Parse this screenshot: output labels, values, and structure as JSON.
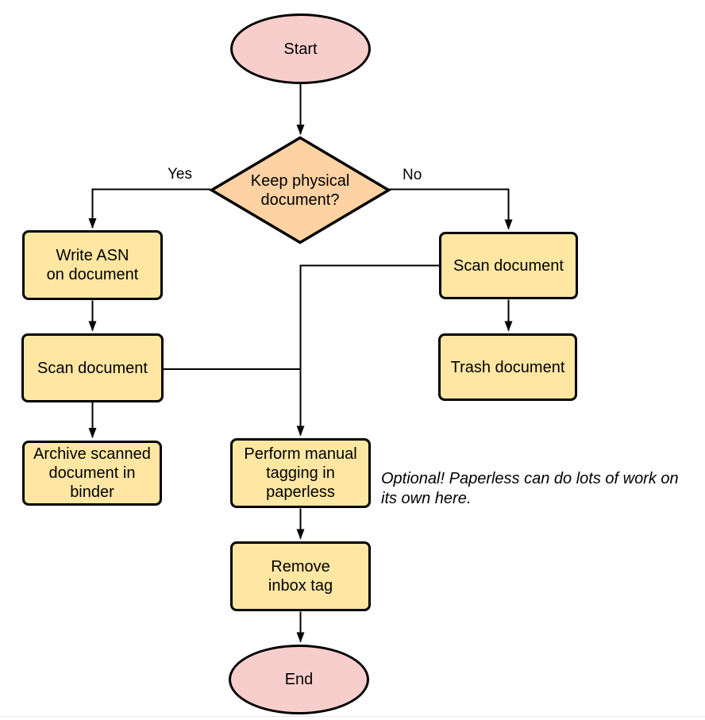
{
  "diagram": {
    "nodes": {
      "start": {
        "type": "terminal",
        "label": "Start"
      },
      "decision": {
        "type": "decision",
        "label": "Keep physical\ndocument?"
      },
      "write_asn": {
        "type": "process",
        "label": "Write ASN\non document"
      },
      "scan_left": {
        "type": "process",
        "label": "Scan document"
      },
      "archive": {
        "type": "process",
        "label": "Archive scanned\ndocument in\nbinder"
      },
      "scan_right": {
        "type": "process",
        "label": "Scan document"
      },
      "trash": {
        "type": "process",
        "label": "Trash document"
      },
      "tagging": {
        "type": "process",
        "label": "Perform manual\ntagging in\npaperless"
      },
      "remove_inbox": {
        "type": "process",
        "label": "Remove\ninbox tag"
      },
      "end": {
        "type": "terminal",
        "label": "End"
      }
    },
    "edge_labels": {
      "yes": "Yes",
      "no": "No"
    },
    "edges": [
      {
        "from": "start",
        "to": "decision",
        "label": ""
      },
      {
        "from": "decision",
        "to": "write_asn",
        "label": "Yes"
      },
      {
        "from": "decision",
        "to": "scan_right",
        "label": "No"
      },
      {
        "from": "write_asn",
        "to": "scan_left",
        "label": ""
      },
      {
        "from": "scan_left",
        "to": "archive",
        "label": ""
      },
      {
        "from": "scan_right",
        "to": "trash",
        "label": ""
      },
      {
        "from": "scan_right",
        "to": "tagging",
        "label": ""
      },
      {
        "from": "scan_left",
        "to": "tagging",
        "label": ""
      },
      {
        "from": "tagging",
        "to": "remove_inbox",
        "label": ""
      },
      {
        "from": "remove_inbox",
        "to": "end",
        "label": ""
      }
    ],
    "annotation": "Optional! Paperless can do lots of work on\nits own here.",
    "colors": {
      "terminal_fill": "#f8cecc",
      "decision_fill": "#ffd2a3",
      "process_fill": "#ffe7a3",
      "stroke": "#000000",
      "background": "#ffffff"
    }
  }
}
